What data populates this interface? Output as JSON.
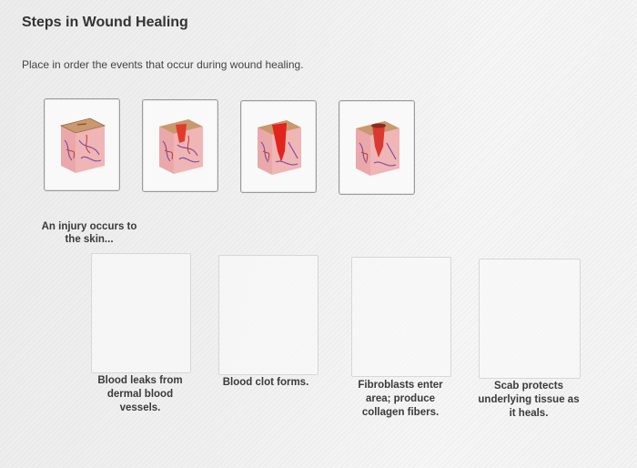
{
  "page": {
    "title": "Steps in Wound Healing",
    "instructions": "Place in order the events that occur during wound healing."
  },
  "tiles": [
    {
      "icon": "skin-cross-section-icon",
      "stage": "injury"
    },
    {
      "icon": "skin-cross-section-icon",
      "stage": "bleeding"
    },
    {
      "icon": "skin-cross-section-icon",
      "stage": "clot"
    },
    {
      "icon": "skin-cross-section-icon",
      "stage": "scab"
    }
  ],
  "sequence": {
    "first_label_line1": "An injury occurs to",
    "first_label_line2": "the skin...",
    "slots": [
      {
        "line1": "Blood leaks from",
        "line2": "dermal blood",
        "line3": "vessels."
      },
      {
        "line1": "Blood clot forms.",
        "line2": "",
        "line3": ""
      },
      {
        "line1": "Fibroblasts enter",
        "line2": "area; produce",
        "line3": "collagen fibers."
      },
      {
        "line1": "Scab protects",
        "line2": "underlying tissue as",
        "line3": "it heals."
      }
    ]
  },
  "colors": {
    "skin": "#e9a7a8",
    "epidermis": "#c68a62",
    "blood": "#e1241d",
    "border": "#9a9a9a"
  }
}
